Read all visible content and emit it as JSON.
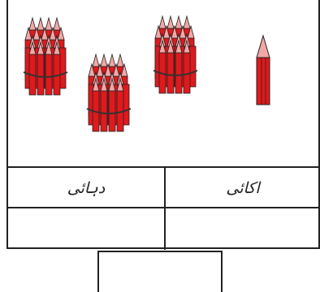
{
  "table": {
    "tens_header": "دہائی",
    "ones_header": "اکائی"
  },
  "picture": {
    "bundles_of_ten": 3,
    "loose_pencils": 1,
    "pencil_color": "#e0191c",
    "tip_color": "#f2a7a7",
    "band_color": "#333333"
  }
}
